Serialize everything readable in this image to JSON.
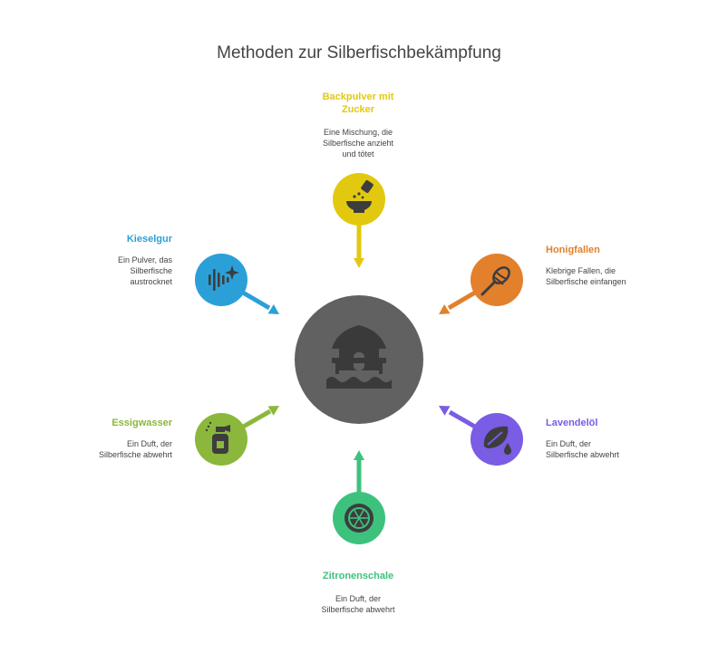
{
  "title": "Methoden zur Silberfischbekämpfung",
  "center": {
    "icon": "hut-icon",
    "color": "#616161"
  },
  "methods": [
    {
      "key": "backpulver",
      "title": "Backpulver mit Zucker",
      "title_lines": [
        "Backpulver mit",
        "Zucker"
      ],
      "description_lines": [
        "Eine Mischung, die",
        "Silberfische anzieht",
        "und tötet"
      ],
      "color": "#e2c90f",
      "icon": "bowl-icon"
    },
    {
      "key": "honig",
      "title": "Honigfallen",
      "description_lines": [
        "Klebrige Fallen, die",
        "Silberfische einfangen"
      ],
      "color": "#e2802c",
      "icon": "honey-dipper-icon"
    },
    {
      "key": "lavendel",
      "title": "Lavendelöl",
      "description_lines": [
        "Ein Duft, der",
        "Silberfische abwehrt"
      ],
      "color": "#7a5ce5",
      "icon": "leaf-drop-icon"
    },
    {
      "key": "zitrone",
      "title": "Zitronenschale",
      "description_lines": [
        "Ein Duft, der",
        "Silberfische abwehrt"
      ],
      "color": "#3dc27d",
      "icon": "lemon-slice-icon"
    },
    {
      "key": "essig",
      "title": "Essigwasser",
      "description_lines": [
        "Ein Duft, der",
        "Silberfische abwehrt"
      ],
      "color": "#8bb73c",
      "icon": "spray-bottle-icon"
    },
    {
      "key": "kiesel",
      "title": "Kieselgur",
      "description_lines": [
        "Ein Pulver, das",
        "Silberfische",
        "austrocknet"
      ],
      "color": "#2ba0d8",
      "icon": "sparkle-lines-icon"
    }
  ]
}
